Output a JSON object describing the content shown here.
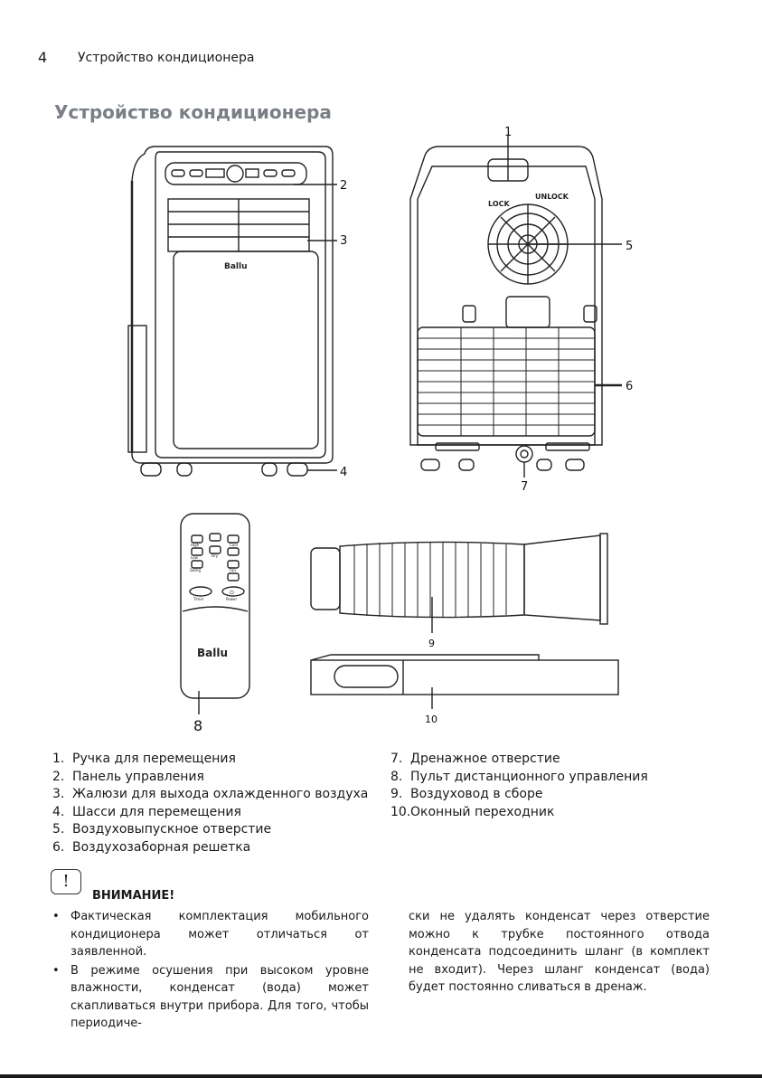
{
  "header": {
    "page_number": "4",
    "running_title": "Устройство кондиционера"
  },
  "section_title": "Устройство кондиционера",
  "figure": {
    "brand": "Ballu",
    "callouts": [
      "1",
      "2",
      "3",
      "4",
      "5",
      "6",
      "7",
      "8",
      "9",
      "10"
    ],
    "back_unit_labels": {
      "lock": "LOCK",
      "unlock": "UNLOCK"
    },
    "remote_buttons": [
      "High",
      "Cool",
      "Low",
      "Dry",
      "Swing",
      "Fan",
      "Timer",
      "Power"
    ],
    "remote_symbol": "⏻"
  },
  "parts_left": [
    {
      "num": "1.",
      "text": "Ручка для перемещения"
    },
    {
      "num": "2.",
      "text": "Панель управления"
    },
    {
      "num": "3.",
      "text": "Жалюзи для выхода охлажденного воздуха"
    },
    {
      "num": "4.",
      "text": "Шасси для перемещения"
    },
    {
      "num": "5.",
      "text": "Воздуховыпускное отверстие"
    },
    {
      "num": "6.",
      "text": "Воздухозаборная решетка"
    }
  ],
  "parts_right": [
    {
      "num": "7.",
      "text": "Дренажное отверстие"
    },
    {
      "num": "8.",
      "text": "Пульт дистанционного управления"
    },
    {
      "num": "9.",
      "text": "Воздуховод в сборе"
    },
    {
      "num": "10.",
      "text": "Оконный переходник"
    }
  ],
  "warning": {
    "icon": "!",
    "title": "ВНИМАНИЕ!",
    "bullet_char": "•",
    "bullets": [
      "Фактическая комплектация мобильного кондиционера может отличаться от заявленной.",
      "В режиме осушения при высоком уровне влажности, конденсат (вода) может скапливаться внутри прибора. Для того, чтобы периодиче-"
    ],
    "continuation": "ски не удалять конденсат через отверстие можно к трубке постоянного отвода конденсата подсоединить шланг (в комплект не входит). Через шланг конденсат (вода) будет постоянно сливаться в дренаж."
  }
}
